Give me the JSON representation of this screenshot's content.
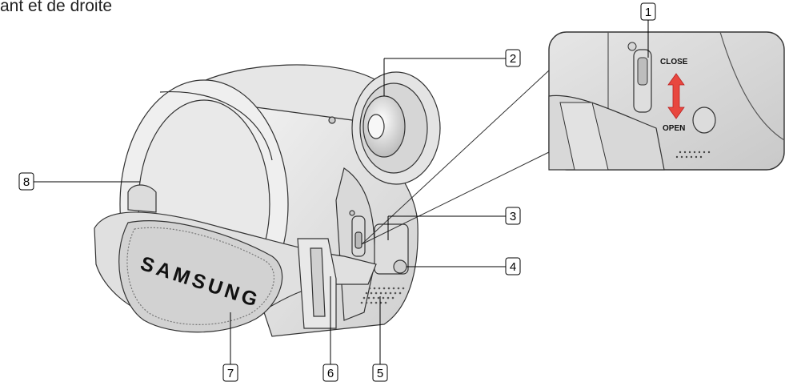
{
  "page": {
    "heading_fragment": "ant et de droite"
  },
  "illustration": {
    "subject": "camcorder",
    "brand_text": "SAMSUNG",
    "callouts": [
      "1",
      "2",
      "3",
      "4",
      "5",
      "6",
      "7",
      "8"
    ]
  },
  "inset": {
    "close_label": "CLOSE",
    "open_label": "OPEN",
    "arrow_color": "#e8473f"
  }
}
